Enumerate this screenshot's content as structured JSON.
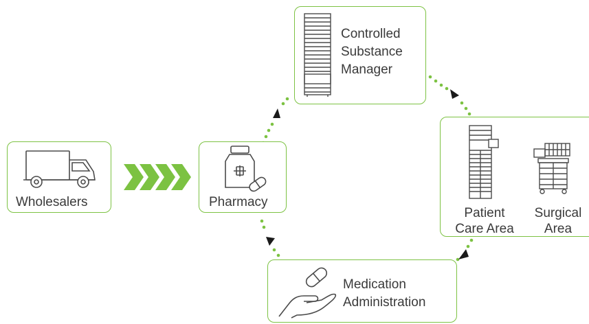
{
  "nodes": {
    "wholesalers": {
      "label": "Wholesalers",
      "icon": "truck-icon"
    },
    "pharmacy": {
      "label": "Pharmacy",
      "icon": "medicine-bottle-icon"
    },
    "csm": {
      "line1": "Controlled",
      "line2": "Substance",
      "line3": "Manager",
      "icon": "cabinet-icon"
    },
    "patient_care": {
      "line1": "Patient",
      "line2": "Care Area",
      "icon": "dispensing-cabinet-icon"
    },
    "surgical": {
      "line1": "Surgical",
      "line2": "Area",
      "icon": "anesthesia-cart-icon"
    },
    "medication": {
      "line1": "Medication",
      "line2": "Administration",
      "icon": "hand-pill-icon"
    }
  },
  "colors": {
    "accent": "#7cc242",
    "text": "#3a3a3a",
    "icon": "#4a4a4a"
  }
}
